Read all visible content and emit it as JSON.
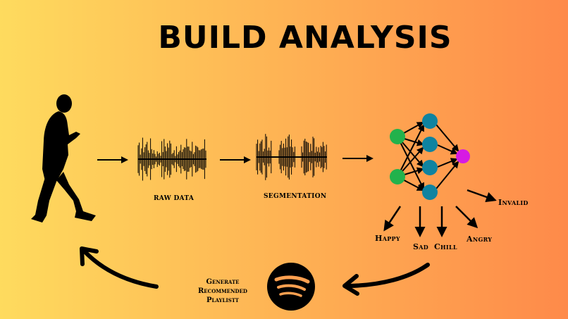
{
  "title": "BUILD ANALYSIS",
  "steps": {
    "raw": "RAW DATA",
    "segmentation": "SEGMENTATION"
  },
  "moods": {
    "happy": "Happy",
    "sad": "Sad",
    "chill": "Chill",
    "angry": "Angry",
    "invalid": "Invalid"
  },
  "playlist_label": "Generate Recommended Playlistt",
  "colors": {
    "bg_left": "#FEDB5E",
    "bg_right": "#FE8A4A",
    "input_node": "#22B24C",
    "hidden_node": "#0F83A0",
    "output_node": "#D61BE3",
    "spotify_logo": "#000000"
  },
  "icons": {
    "person": "walking-person-silhouette",
    "logo": "spotify-logo"
  }
}
